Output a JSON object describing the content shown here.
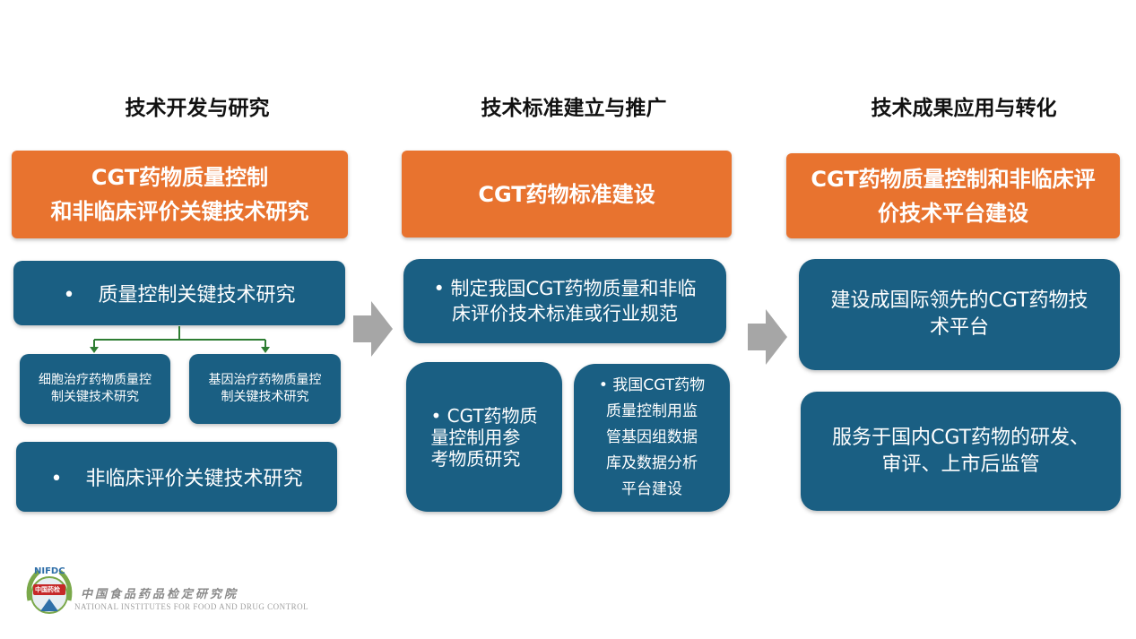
{
  "columns": [
    {
      "heading": "技术开发与研究",
      "header_box": "CGT药物质量控制\n和非临床评价关键技术研究",
      "items": {
        "quality_research": "质量控制关键技术研究",
        "cell_therapy": "细胞治疗药物质量控\n制关键技术研究",
        "gene_therapy": "基因治疗药物质量控\n制关键技术研究",
        "nonclinical_research": "非临床评价关键技术研究"
      }
    },
    {
      "heading": "技术标准建立与推广",
      "header_box": "CGT药物标准建设",
      "items": {
        "standards": "• 制定我国CGT药物质量和非临\n床评价技术标准或行业规范",
        "reference_material": "• CGT药物质\n量控制用参\n考物质研究",
        "genome_database": "•  我国CGT药物\n质量控制用监\n管基因组数据\n库及数据分析\n平台建设"
      }
    },
    {
      "heading": "技术成果应用与转化",
      "header_box": "CGT药物质量控制和非临床评\n价技术平台建设",
      "items": {
        "platform": "建设成国际领先的CGT药物技\n术平台",
        "service": "服务于国内CGT药物的研发、\n审评、上市后监管"
      }
    }
  ],
  "logo": {
    "abbr": "NIFDC",
    "badge": "中国药检",
    "name_cn": "中国食品药品检定研究院",
    "name_en": "NATIONAL INSTITUTES FOR FOOD AND DRUG CONTROL"
  },
  "colors": {
    "orange": "#e8732f",
    "blue": "#1a5f83",
    "connector_green": "#2e7d32",
    "arrow_gray": "#a6a6a6"
  }
}
